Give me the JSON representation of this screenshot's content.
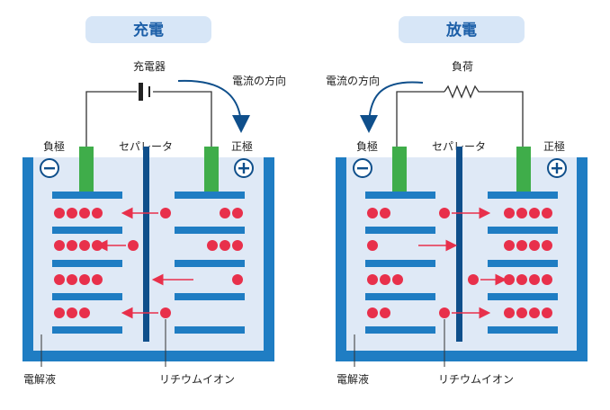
{
  "colors": {
    "blue": "#1f7dc3",
    "navy": "#0f4f8b",
    "cell_fill": "#dfe9f6",
    "title_bg": "#d7e6f7",
    "title_text": "#1c5fa8",
    "terminal_green": "#3fad4a",
    "ion_red": "#e8304b",
    "wire": "#333333"
  },
  "panels": [
    {
      "title": "充電",
      "source_label": "充電器",
      "source_icon": "battery-icon",
      "direction_label": "電流の方向",
      "negative_label": "負極",
      "positive_label": "正極",
      "negative_symbol": "−",
      "positive_symbol": "+",
      "separator_label": "セパレータ",
      "electrolyte_label": "電解液",
      "ion_label": "リチウムイオン",
      "ions_negative_side": [
        4,
        4,
        4,
        3
      ],
      "ions_positive_side": [
        2,
        3,
        1,
        0
      ],
      "ions_moving": [
        "from-positive",
        "from-positive",
        "none",
        "at-separator"
      ],
      "flow": "positive-to-negative"
    },
    {
      "title": "放電",
      "source_label": "負荷",
      "source_icon": "resistor-icon",
      "direction_label": "電流の方向",
      "negative_label": "負極",
      "positive_label": "正極",
      "negative_symbol": "−",
      "positive_symbol": "+",
      "separator_label": "セパレータ",
      "electrolyte_label": "電解液",
      "ion_label": "リチウムイオン",
      "ions_negative_side": [
        2,
        1,
        3,
        2
      ],
      "ions_positive_side": [
        4,
        4,
        4,
        4
      ],
      "ions_moving": [
        "from-negative",
        "none",
        "at-separator",
        "from-negative"
      ],
      "flow": "negative-to-positive"
    }
  ]
}
